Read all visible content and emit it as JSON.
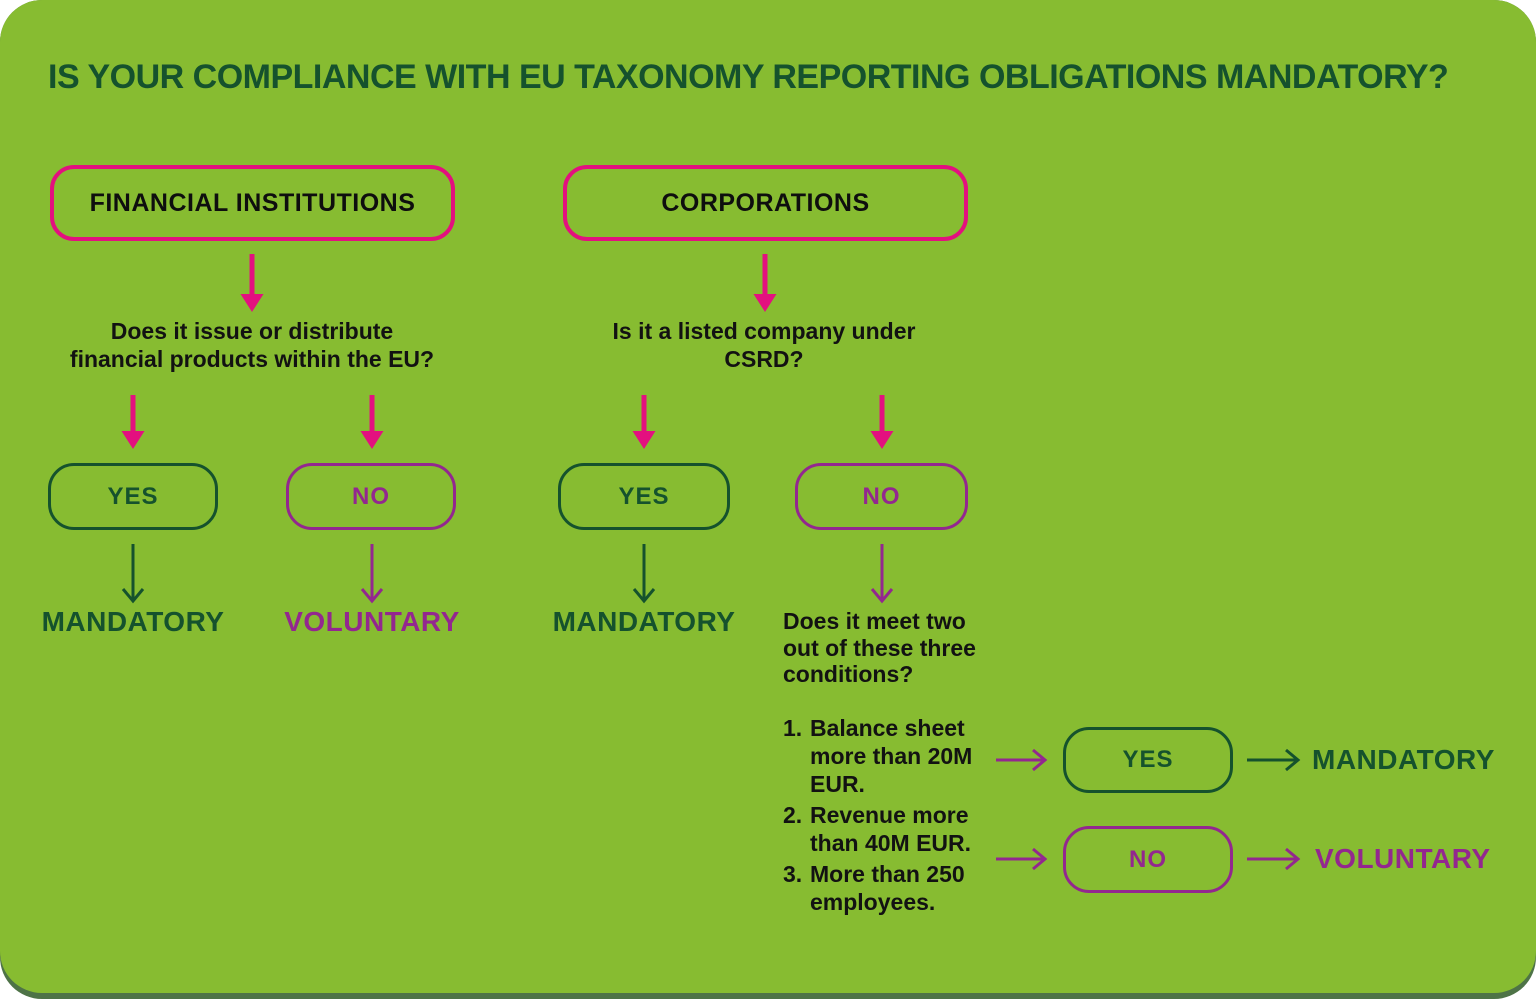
{
  "colors": {
    "background_green": "#87BC31",
    "shadow_green": "#4E7347",
    "dark_green": "#15522D",
    "pink": "#E3107F",
    "purple": "#93278F",
    "text_black": "#121212"
  },
  "title": "IS YOUR COMPLIANCE  WITH EU TAXONOMY REPORTING OBLIGATIONS MANDATORY?",
  "columns": {
    "financial": {
      "header": "FINANCIAL INSTITUTIONS",
      "question": "Does it issue or distribute\nfinancial products within the EU?",
      "yes_label": "YES",
      "no_label": "NO",
      "yes_result": "MANDATORY",
      "no_result": "VOLUNTARY"
    },
    "corporations": {
      "header": "CORPORATIONS",
      "question": "Is it a listed company under\nCSRD?",
      "yes_label": "YES",
      "no_label": "NO",
      "yes_result": "MANDATORY",
      "no_branch_question": "Does it meet two\nout of these three\nconditions?",
      "conditions": [
        "Balance sheet\nmore than 20M\nEUR.",
        "Revenue more\nthan 40M EUR.",
        "More than 250\nemployees."
      ],
      "conditions_yes_label": "YES",
      "conditions_yes_result": "MANDATORY",
      "conditions_no_label": "NO",
      "conditions_no_result": "VOLUNTARY"
    }
  }
}
